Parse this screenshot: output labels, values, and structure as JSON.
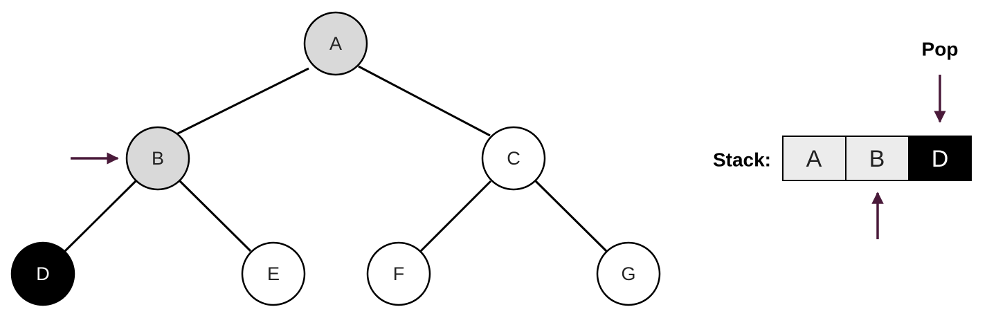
{
  "tree": {
    "nodes": [
      {
        "id": "A",
        "label": "A",
        "state": "visited"
      },
      {
        "id": "B",
        "label": "B",
        "state": "visited"
      },
      {
        "id": "C",
        "label": "C",
        "state": "unvisited"
      },
      {
        "id": "D",
        "label": "D",
        "state": "current"
      },
      {
        "id": "E",
        "label": "E",
        "state": "unvisited"
      },
      {
        "id": "F",
        "label": "F",
        "state": "unvisited"
      },
      {
        "id": "G",
        "label": "G",
        "state": "unvisited"
      }
    ],
    "edges": [
      [
        "A",
        "B"
      ],
      [
        "A",
        "C"
      ],
      [
        "B",
        "D"
      ],
      [
        "B",
        "E"
      ],
      [
        "C",
        "F"
      ],
      [
        "C",
        "G"
      ]
    ]
  },
  "stack": {
    "label": "Stack:",
    "cells": [
      {
        "label": "A",
        "state": "visited"
      },
      {
        "label": "B",
        "state": "visited"
      },
      {
        "label": "D",
        "state": "current"
      }
    ],
    "pop_label": "Pop"
  },
  "colors": {
    "visited_fill": "#d9d9d9",
    "unvisited_fill": "#ffffff",
    "current_fill": "#000000",
    "stack_visited_fill": "#ececec",
    "arrow": "#4a1a3a",
    "stroke": "#000000"
  }
}
